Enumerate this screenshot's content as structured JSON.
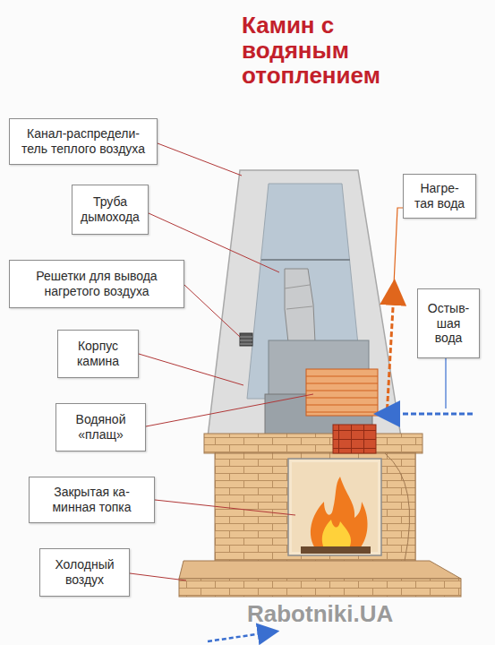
{
  "diagram": {
    "title": "Камин с водяным отоплением",
    "nodes": [
      {
        "text": [
          "Канал-распредели- тель теплого воздуха"
        ]
      },
      {
        "text": [
          "Труба дымохода"
        ]
      },
      {
        "text": [
          "Решетки для вывода нагретого воздуха"
        ]
      },
      {
        "text": [
          "Корпус камина"
        ]
      },
      {
        "text": [
          "Водяной «плащ»"
        ]
      },
      {
        "text": [
          "Закрытая ка- минная топка"
        ]
      },
      {
        "text": [
          "Холодный воздух"
        ]
      },
      {
        "text": [
          "Нагре- тая вода"
        ]
      },
      {
        "text": [
          "Остыв- шая вода"
        ]
      }
    ],
    "labels": [
      "Rabotniki.UA"
    ]
  }
}
